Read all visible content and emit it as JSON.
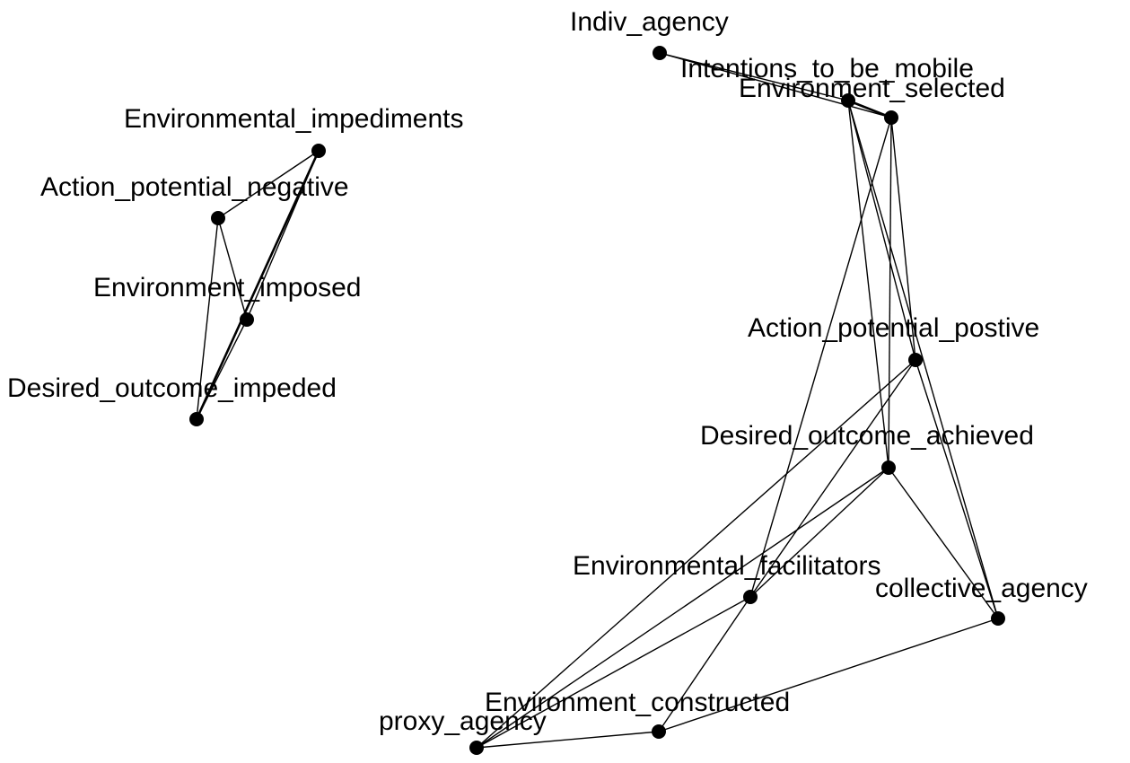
{
  "diagram": {
    "nodes": [
      {
        "id": "indiv_agency",
        "label": "Indiv_agency"
      },
      {
        "id": "intentions",
        "label": "Intentions_to_be_mobile"
      },
      {
        "id": "env_selected",
        "label": "Environment_selected"
      },
      {
        "id": "env_impediments",
        "label": "Environmental_impediments"
      },
      {
        "id": "ap_negative",
        "label": "Action_potential_negative"
      },
      {
        "id": "env_imposed",
        "label": "Environment_imposed"
      },
      {
        "id": "do_impeded",
        "label": "Desired_outcome_impeded"
      },
      {
        "id": "ap_positive",
        "label": "Action_potential_postive"
      },
      {
        "id": "do_achieved",
        "label": "Desired_outcome_achieved"
      },
      {
        "id": "env_facilitators",
        "label": "Environmental_facilitators"
      },
      {
        "id": "collective_agency",
        "label": "collective_agency"
      },
      {
        "id": "env_constructed",
        "label": "Environment_constructed"
      },
      {
        "id": "proxy_agency",
        "label": "proxy_agency"
      }
    ],
    "edges": [
      [
        "env_impediments",
        "ap_negative"
      ],
      [
        "env_impediments",
        "env_imposed"
      ],
      [
        "env_impediments",
        "do_impeded"
      ],
      [
        "ap_negative",
        "env_imposed"
      ],
      [
        "ap_negative",
        "do_impeded"
      ],
      [
        "env_imposed",
        "do_impeded"
      ],
      [
        "indiv_agency",
        "intentions"
      ],
      [
        "indiv_agency",
        "env_selected"
      ],
      [
        "intentions",
        "env_selected"
      ],
      [
        "intentions",
        "ap_positive"
      ],
      [
        "intentions",
        "do_achieved"
      ],
      [
        "intentions",
        "collective_agency"
      ],
      [
        "env_selected",
        "ap_positive"
      ],
      [
        "env_selected",
        "do_achieved"
      ],
      [
        "env_selected",
        "env_facilitators"
      ],
      [
        "ap_positive",
        "env_facilitators"
      ],
      [
        "ap_positive",
        "proxy_agency"
      ],
      [
        "ap_positive",
        "collective_agency"
      ],
      [
        "do_achieved",
        "env_facilitators"
      ],
      [
        "do_achieved",
        "proxy_agency"
      ],
      [
        "do_achieved",
        "collective_agency"
      ],
      [
        "env_facilitators",
        "proxy_agency"
      ],
      [
        "env_facilitators",
        "env_constructed"
      ],
      [
        "env_constructed",
        "proxy_agency"
      ],
      [
        "env_constructed",
        "collective_agency"
      ]
    ],
    "thick_edges": [
      [
        "env_impediments",
        "do_impeded"
      ],
      [
        "intentions",
        "env_selected"
      ]
    ]
  }
}
